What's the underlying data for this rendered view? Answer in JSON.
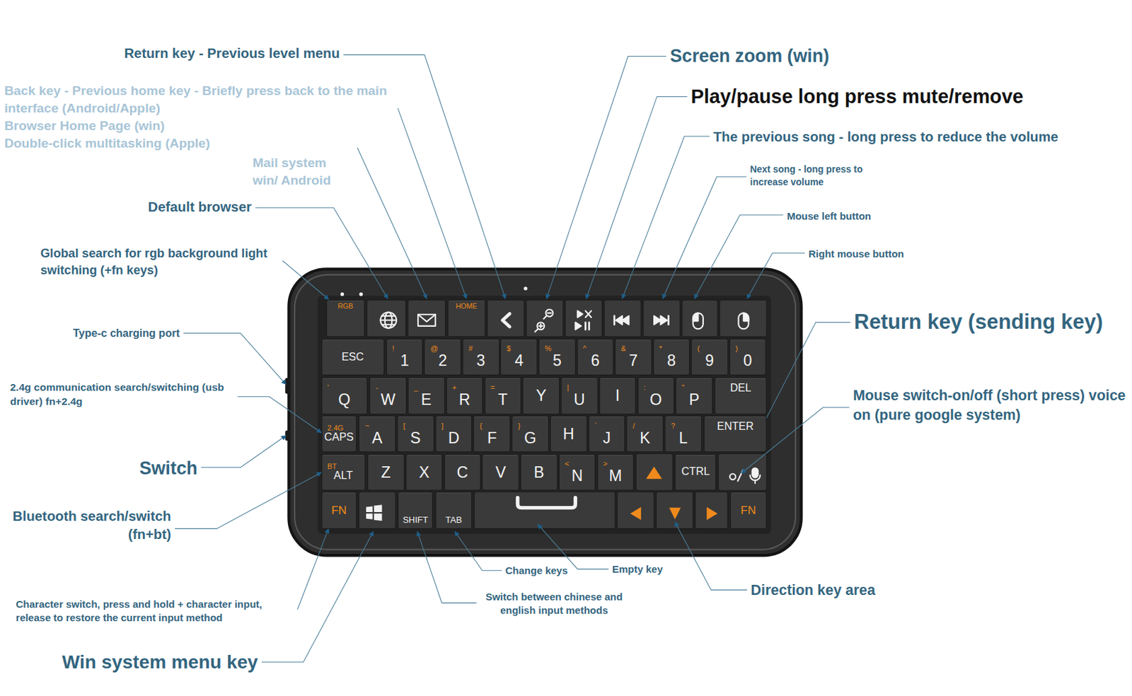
{
  "diagram": {
    "nodes": [
      {
        "text": [
          "RGB"
        ]
      },
      {
        "text": [
          "HOME"
        ]
      },
      {
        "text": [
          "ESC"
        ]
      },
      {
        "text": [
          "1",
          "!"
        ]
      },
      {
        "text": [
          "2",
          "@"
        ]
      },
      {
        "text": [
          "3",
          "#"
        ]
      },
      {
        "text": [
          "4",
          "$"
        ]
      },
      {
        "text": [
          "5",
          "%"
        ]
      },
      {
        "text": [
          "6",
          "^"
        ]
      },
      {
        "text": [
          "7",
          "&"
        ]
      },
      {
        "text": [
          "8",
          "*"
        ]
      },
      {
        "text": [
          "9",
          "("
        ]
      },
      {
        "text": [
          "0",
          ")"
        ]
      },
      {
        "text": [
          "Q",
          "'"
        ]
      },
      {
        "text": [
          "W",
          "-"
        ]
      },
      {
        "text": [
          "E",
          "_"
        ]
      },
      {
        "text": [
          "R",
          "+"
        ]
      },
      {
        "text": [
          "T",
          "="
        ]
      },
      {
        "text": [
          "Y"
        ]
      },
      {
        "text": [
          "U",
          "|"
        ]
      },
      {
        "text": [
          "I"
        ]
      },
      {
        "text": [
          "O",
          ":"
        ]
      },
      {
        "text": [
          "P",
          "\""
        ]
      },
      {
        "text": [
          "DEL"
        ]
      },
      {
        "text": [
          "CAPS",
          "2.4G"
        ]
      },
      {
        "text": [
          "A",
          "~"
        ]
      },
      {
        "text": [
          "S",
          "["
        ]
      },
      {
        "text": [
          "D",
          "]"
        ]
      },
      {
        "text": [
          "F",
          "{"
        ]
      },
      {
        "text": [
          "G",
          "}"
        ]
      },
      {
        "text": [
          "H"
        ]
      },
      {
        "text": [
          "J",
          "`"
        ]
      },
      {
        "text": [
          "K",
          "/"
        ]
      },
      {
        "text": [
          "L",
          "?"
        ]
      },
      {
        "text": [
          "ENTER"
        ]
      },
      {
        "text": [
          "ALT",
          "BT"
        ]
      },
      {
        "text": [
          "Z"
        ]
      },
      {
        "text": [
          "X"
        ]
      },
      {
        "text": [
          "C"
        ]
      },
      {
        "text": [
          "V"
        ]
      },
      {
        "text": [
          "B"
        ]
      },
      {
        "text": [
          "N",
          "<"
        ]
      },
      {
        "text": [
          "M",
          ">"
        ]
      },
      {
        "text": [
          "CTRL"
        ]
      },
      {
        "text": [
          "FN"
        ]
      },
      {
        "text": [
          "SHIFT"
        ]
      },
      {
        "text": [
          "TAB"
        ]
      },
      {
        "text": [
          "FN"
        ]
      }
    ],
    "labels": [
      "Return key - Previous level menu",
      "Back key - Previous home key - Briefly press back to the main interface (Android/Apple)",
      "Browser Home Page (win)",
      "Double-click multitasking (Apple)",
      "Mail system win/ Android",
      "Default browser",
      "Global search for rgb background light switching (+fn keys)",
      "Type-c charging port",
      "2.4g communication search/switching (usb driver) fn+2.4g",
      "Switch",
      "Bluetooth search/switch (fn+bt)",
      "Character switch, press and hold + character input, release to restore the current input method",
      "Win system menu key",
      "Screen zoom (win)",
      "Play/pause long press mute/remove",
      "The previous song - long press to reduce the volume",
      "Next song - long press to increase volume",
      "Mouse left button",
      "Right mouse button",
      "Return key (sending key)",
      "Mouse switch-on/off (short press) voice on (pure google system)",
      "Direction key area",
      "Empty key",
      "Change keys",
      "Switch between chinese and english input methods"
    ]
  }
}
